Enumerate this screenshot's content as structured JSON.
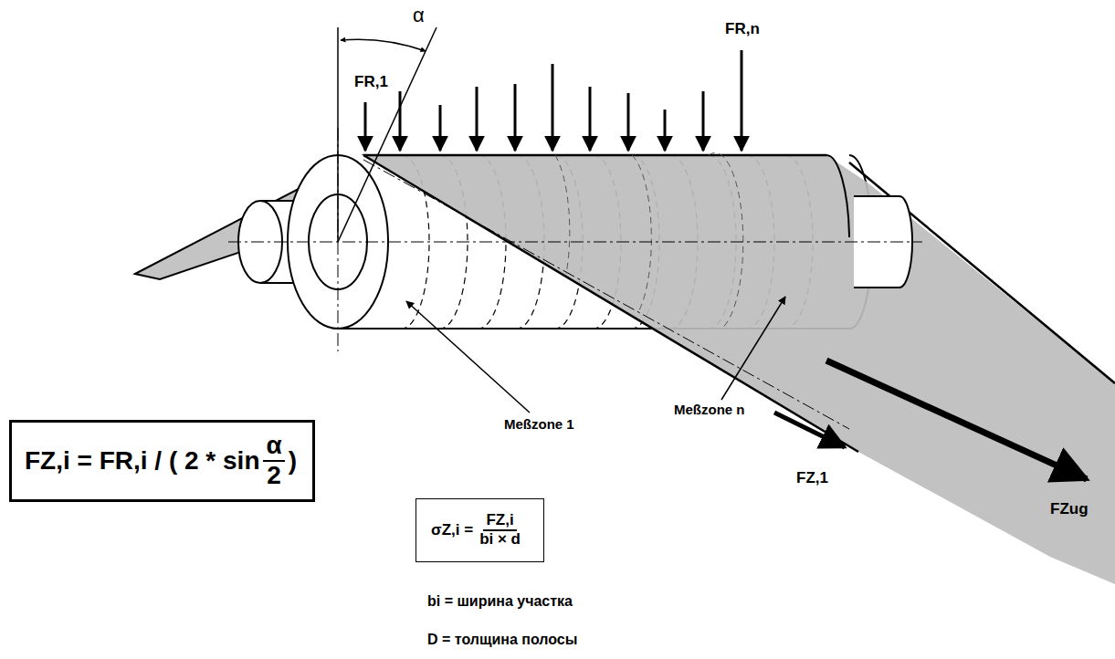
{
  "diagram": {
    "nodes": [
      {
        "text": [
          "FZ,i = FR,i / ( 2 * sin",
          "α",
          "2",
          ")"
        ]
      },
      {
        "text": [
          "σZ,i =",
          "FZ,i",
          "bi × d"
        ]
      }
    ],
    "labels": [
      "α",
      "FR,1",
      "FR,n",
      "Meßzone 1",
      "Meßzone n",
      "FZ,1",
      "FZug",
      "bi = ширина участка",
      "D = толщина полосы"
    ]
  }
}
